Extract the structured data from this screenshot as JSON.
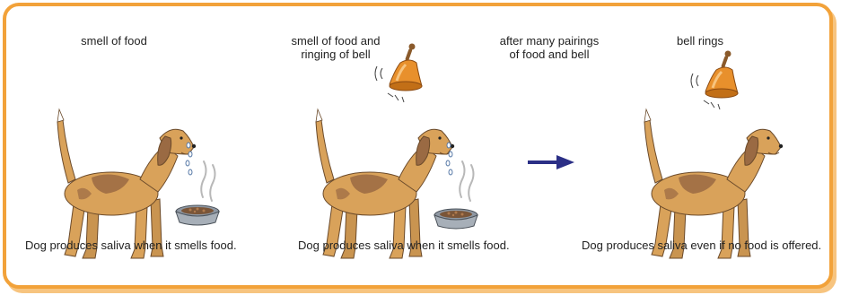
{
  "panels": [
    {
      "label": "smell of food",
      "caption": "Dog produces saliva when it smells food."
    },
    {
      "label": "smell of food and\nringing of bell",
      "caption": "Dog produces saliva when it smells food."
    },
    {
      "label": "bell rings",
      "caption": "Dog produces saliva even if no food is offered."
    }
  ],
  "transition_label": "after many pairings\nof food and bell",
  "colors": {
    "frame": "#f2a23a",
    "dog_body": "#d9a25a",
    "dog_patch": "#9a6a43",
    "bell": "#e8902c",
    "arrow": "#2b2f86",
    "bowl": "#8f98a3"
  },
  "icons": [
    "dog-icon",
    "food-bowl-icon",
    "bell-icon",
    "saliva-drops-icon",
    "arrow-right-icon"
  ]
}
